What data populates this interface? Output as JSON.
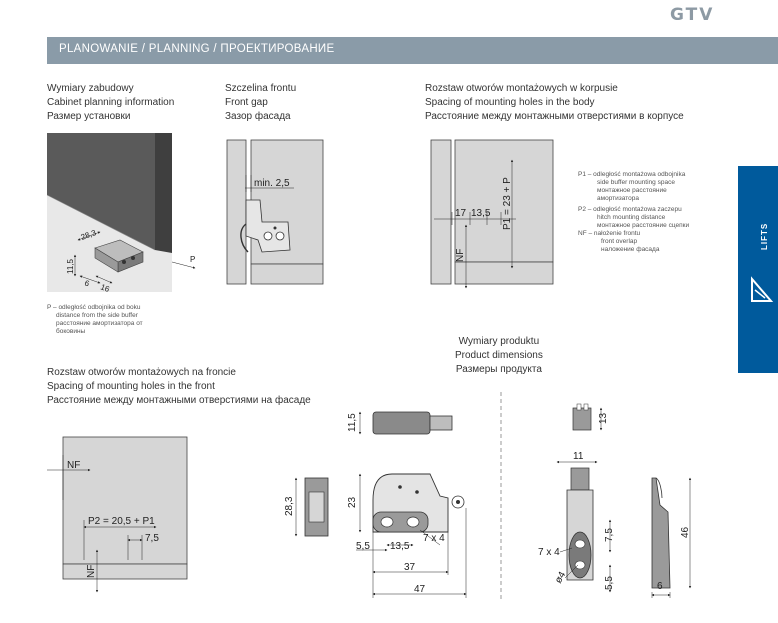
{
  "brand": "GTV",
  "header": {
    "title": "PLANOWANIE / PLANNING / ПРОЕКТИРОВАНИЕ"
  },
  "sidetab": {
    "label": "LIFTS"
  },
  "sections": {
    "cabinet": [
      "Wymiary zabudowy",
      "Cabinet planning information",
      "Размер установки"
    ],
    "gap": [
      "Szczelina frontu",
      "Front gap",
      "Зазор фасада"
    ],
    "holes_body": [
      "Rozstaw otworów montażowych w korpusie",
      "Spacing of mounting holes in the body",
      "Расстояние между монтажными отверстиями в корпусе"
    ],
    "holes_front": [
      "Rozstaw otworów montażowych na froncie",
      "Spacing of mounting holes in the front",
      "Расстояние между монтажными отверстиями на фасаде"
    ],
    "product": [
      "Wymiary produktu",
      "Product dimensions",
      "Размеры продукта"
    ]
  },
  "notes": {
    "p": [
      "P – odległość odbojnika od boku",
      "distance from the side buffer",
      "расстояние амортизатора от",
      "боковины"
    ],
    "body": [
      "P1 – odległość montażowa odbojnika",
      "side buffer mounting space",
      "монтажное расстояние",
      "амортизатора",
      "P2 – odległość montażowa zaczepu",
      "hitch mounting distance",
      "монтажное расстояние сцепки",
      "NF – nałożenie frontu",
      "front overlap",
      "наложение фасада"
    ]
  },
  "dims": {
    "cab_a": "28,3",
    "cab_b": "11,5",
    "cab_c": "6",
    "cab_d": "16",
    "cab_p": "P",
    "gap": "min. 2,5",
    "body_a": "17",
    "body_b": "13,5",
    "body_p1": "P1 = 23 + P",
    "body_nf": "NF",
    "front_nf1": "NF",
    "front_p2": "P2 = 20,5 + P1",
    "front_b": "7,5",
    "front_nf2": "NF",
    "p_h1": "11,5",
    "p_h2": "28,3",
    "p_h3": "23",
    "p_a": "5,5",
    "p_b": "13,5",
    "p_c": "7 x 4",
    "p_w1": "37",
    "p_w2": "47",
    "s_h": "13",
    "s_w": "11",
    "s_a": "7,5",
    "s_b": "7 x 4",
    "s_c": "ø4",
    "s_d": "5,5",
    "s_e": "6",
    "s_f": "46"
  }
}
